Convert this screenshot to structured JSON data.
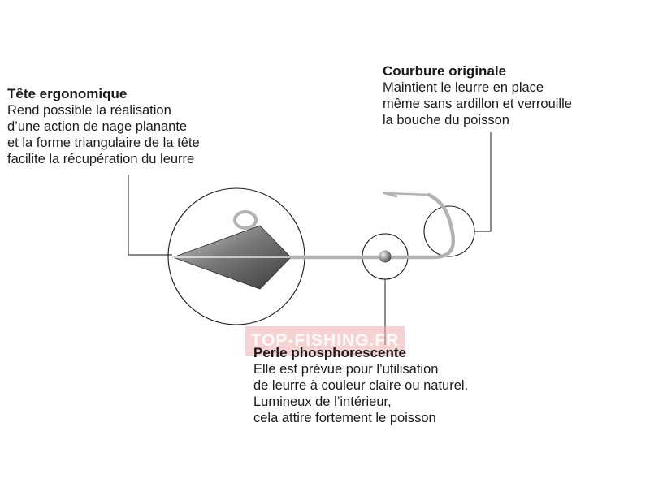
{
  "callouts": {
    "head": {
      "title": "Tête ergonomique",
      "lines": [
        "Rend possible la réalisation",
        "d’une action de nage planante",
        "et la forme triangulaire de la tête",
        "facilite la récupération du leurre"
      ]
    },
    "bend": {
      "title": "Courbure originale",
      "lines": [
        "Maintient le leurre en place",
        "même sans ardillon et verrouille",
        "la bouche du poisson"
      ]
    },
    "bead": {
      "title": "Perle phosphorescente",
      "lines": [
        "Elle est prévue pour l’utilisation",
        "de leurre à couleur claire ou naturel.",
        "Lumineux de l’intérieur,",
        "cela attire fortement le poisson"
      ]
    }
  },
  "watermark": "TOP-FISHING.FR",
  "colors": {
    "outline": "#1a1a1a",
    "hook_wire": "#b3b3b3",
    "text": "#1a1a1a",
    "watermark_bg": "#ecafaf"
  }
}
